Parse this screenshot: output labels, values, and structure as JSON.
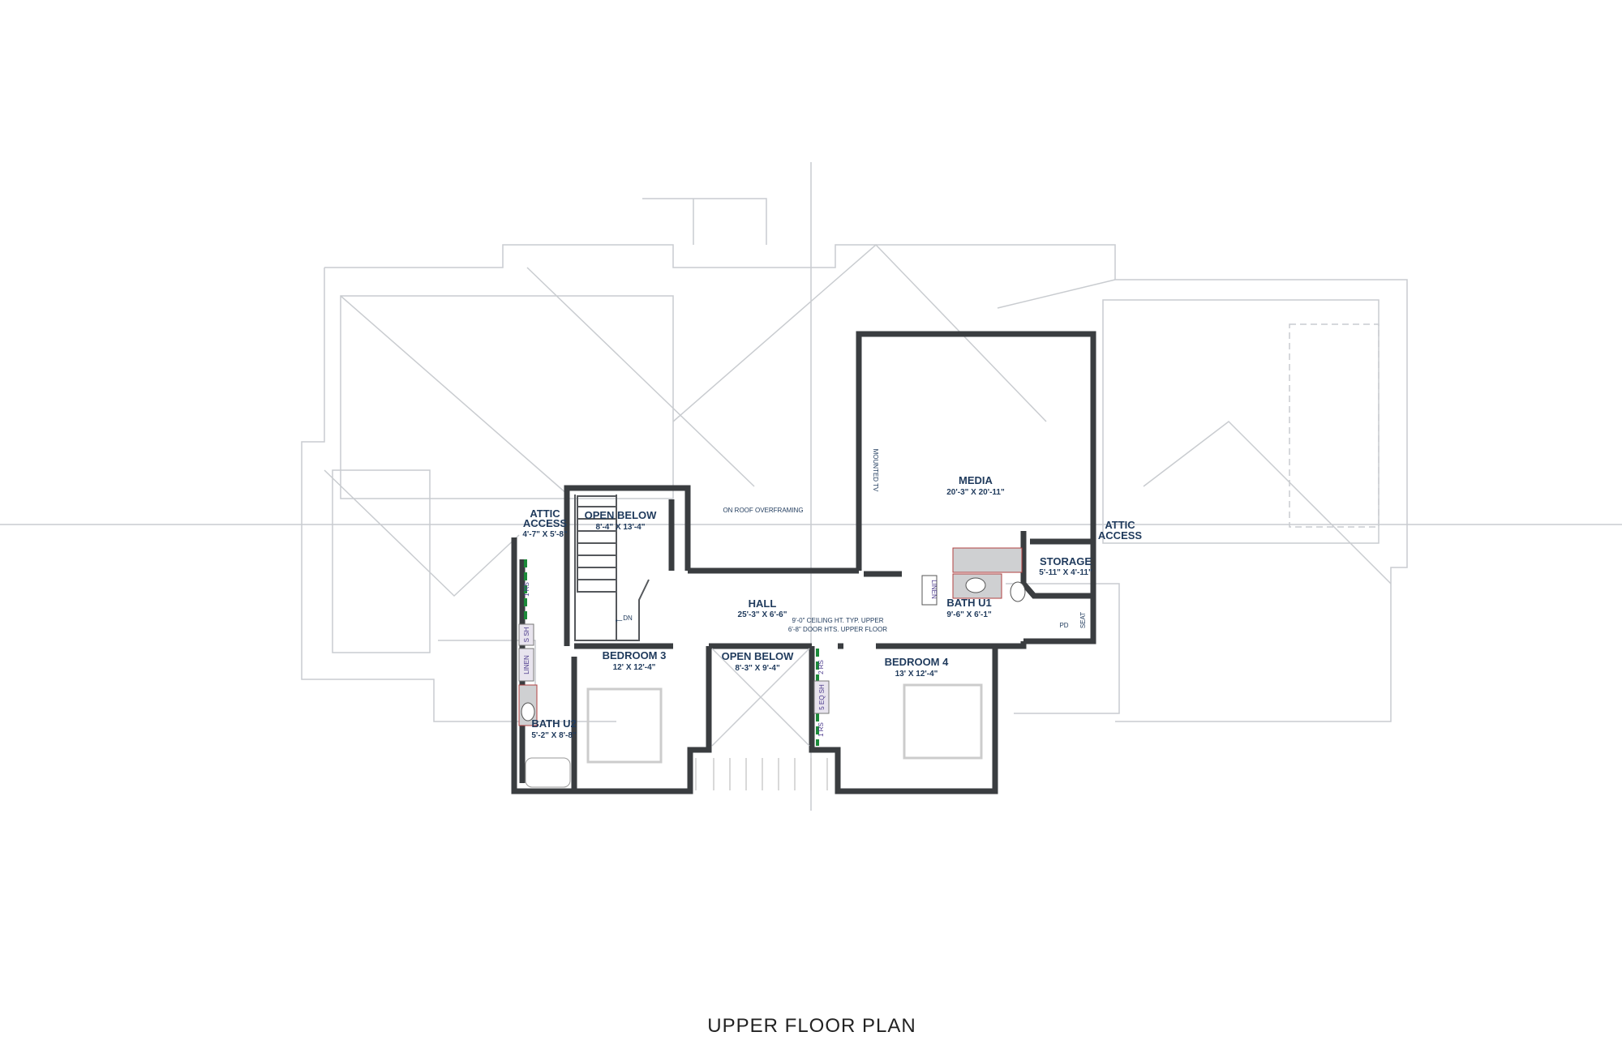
{
  "title": "UPPER FLOOR PLAN",
  "rooms": {
    "attic_access_left": {
      "name_line1": "ATTIC",
      "name_line2": "ACCESS",
      "dims": "4'-7\" X 5'-8\""
    },
    "open_below_stair": {
      "name": "OPEN BELOW",
      "dims": "8'-4\" X 13'-4\""
    },
    "roof_note": "ON ROOF OVERFRAMING",
    "media": {
      "name": "MEDIA",
      "dims": "20'-3\" X 20'-11\"",
      "tv_note": "MOUNTED TV"
    },
    "hall": {
      "name": "HALL",
      "dims": "25'-3\" X 6'-6\""
    },
    "bath_u1": {
      "name": "BATH U1",
      "dims": "9'-6\" X 6'-1\""
    },
    "storage": {
      "name": "STORAGE",
      "dims": "5'-11\" X 4'-11\""
    },
    "attic_access_right": {
      "name_line1": "ATTIC",
      "name_line2": "ACCESS"
    },
    "bedroom3": {
      "name": "BEDROOM 3",
      "dims": "12' X 12'-4\""
    },
    "open_below_2": {
      "name": "OPEN BELOW",
      "dims": "8'-3\" X 9'-4\""
    },
    "bedroom4": {
      "name": "BEDROOM 4",
      "dims": "13' X 12'-4\""
    },
    "bath_u2": {
      "name": "BATH U2",
      "dims": "5'-2\" X 8'-8\""
    }
  },
  "notes": {
    "ceiling": "9'-0\" CEILING HT. TYP. UPPER",
    "doors": "6'-8\" DOOR HTS. UPPER FLOOR",
    "stair_dn": "DN"
  },
  "fixtures": {
    "linen_left": "LINEN",
    "shelf_left": "S SH",
    "rod_left": "1 RS",
    "linen_u1": "LINEN",
    "shelf_closet": "5 EQ SH",
    "rod2_closet": "2 RS",
    "rod1_closet": "1 RS",
    "seat": "SEAT",
    "pd": "PD"
  },
  "colors": {
    "wall": "#3a3d40",
    "label": "#1f3a5c",
    "shelving": "#1c8a3a",
    "background_lines": "#c9ccd0"
  }
}
